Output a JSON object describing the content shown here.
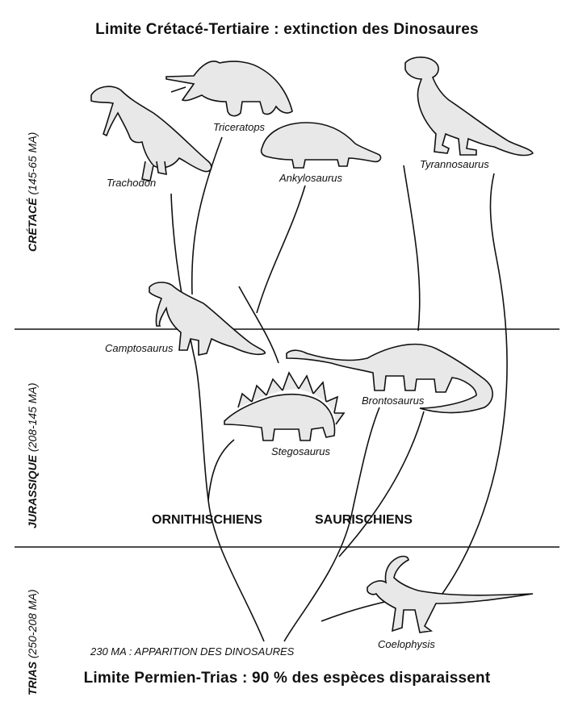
{
  "titles": {
    "top": "Limite Crétacé-Tertiaire : extinction des Dinosaures",
    "bottom": "Limite Permien-Trias : 90 % des espèces disparaissent"
  },
  "eras": {
    "cretace": {
      "name": "CRÉTACÉ",
      "range": "(145-65 MA)"
    },
    "jurassique": {
      "name": "JURASSIQUE",
      "range": "(208-145 MA)"
    },
    "trias": {
      "name": "TRIAS",
      "range": "(250-208 MA)"
    }
  },
  "groups": {
    "ornithischiens": "ORNITHISCHIENS",
    "saurischiens": "SAURISCHIENS"
  },
  "annotation": "230 MA : APPARITION DES DINOSAURES",
  "dinosaurs": {
    "trachodon": "Trachodon",
    "triceratops": "Triceratops",
    "ankylosaurus": "Ankylosaurus",
    "tyrannosaurus": "Tyrannosaurus",
    "camptosaurus": "Camptosaurus",
    "brontosaurus": "Brontosaurus",
    "stegosaurus": "Stegosaurus",
    "coelophysis": "Coelophysis"
  },
  "colors": {
    "ink": "#111111",
    "fill": "#e8e8e8"
  }
}
